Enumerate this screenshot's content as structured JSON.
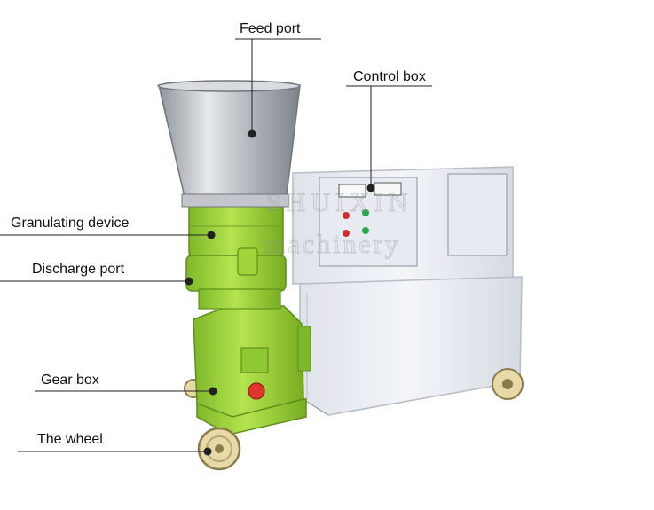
{
  "labels": {
    "feed_port": "Feed port",
    "control_box": "Control box",
    "granulating_device": "Granulating device",
    "discharge_port": "Discharge port",
    "gear_box": "Gear box",
    "the_wheel": "The wheel"
  },
  "watermark": {
    "line1": "SHUIXIN",
    "line2": "machinery"
  },
  "colors": {
    "machine_green": "#9fd43a",
    "machine_green_dark": "#6fa01e",
    "steel": "#c9ccd0",
    "cabinet": "#eef1f6",
    "callout_line": "#222222",
    "dot": "#222222"
  }
}
